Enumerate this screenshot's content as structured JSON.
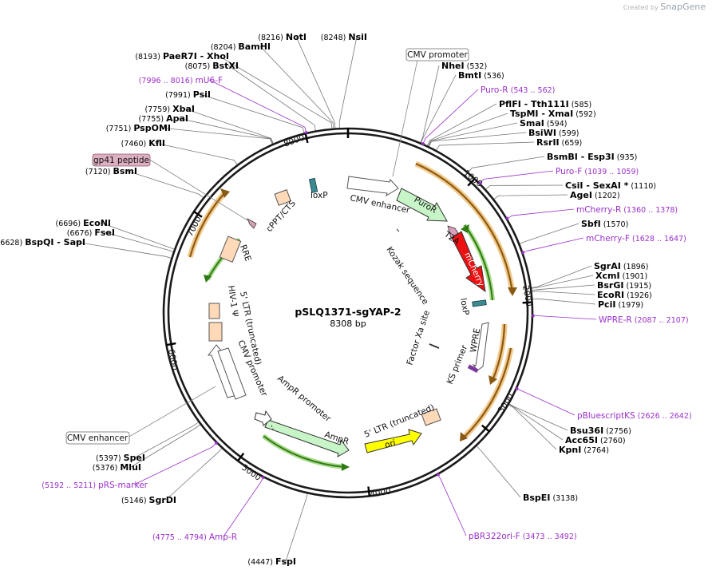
{
  "watermark": {
    "created_by": "Created by",
    "brand": "SnapGene"
  },
  "plasmid": {
    "name": "pSLQ1371-sgYAP-2",
    "length_label": "8308 bp",
    "length": 8308
  },
  "ticks": [
    {
      "bp": 1000,
      "label": "1000"
    },
    {
      "bp": 2000,
      "label": "2000"
    },
    {
      "bp": 3000,
      "label": "3000"
    },
    {
      "bp": 4000,
      "label": "4000"
    },
    {
      "bp": 5000,
      "label": "5000"
    },
    {
      "bp": 6000,
      "label": "6000"
    },
    {
      "bp": 7000,
      "label": "7000"
    },
    {
      "bp": 8000,
      "label": "8000"
    }
  ],
  "enzyme_labels": [
    {
      "name": "NotI",
      "pos": "(8216)",
      "bp": 8216
    },
    {
      "name": "NsiI",
      "pos": "(8248)",
      "bp": 8248
    },
    {
      "name": "BamHI",
      "pos": "(8204)",
      "bp": 8204
    },
    {
      "name": "PaeR7I - XhoI",
      "pos": "(8193)",
      "bp": 8193
    },
    {
      "name": "BstXI",
      "pos": "(8075)",
      "bp": 8075
    },
    {
      "name": "PsiI",
      "pos": "(7991)",
      "bp": 7991
    },
    {
      "name": "XbaI",
      "pos": "(7759)",
      "bp": 7759
    },
    {
      "name": "ApaI",
      "pos": "(7755)",
      "bp": 7755
    },
    {
      "name": "PspOMI",
      "pos": "(7751)",
      "bp": 7751
    },
    {
      "name": "KflI",
      "pos": "(7460)",
      "bp": 7460
    },
    {
      "name": "BsmI",
      "pos": "(7120)",
      "bp": 7120
    },
    {
      "name": "EcoNI",
      "pos": "(6696)",
      "bp": 6696
    },
    {
      "name": "FseI",
      "pos": "(6676)",
      "bp": 6676
    },
    {
      "name": "BspQI - SapI",
      "pos": "(6628)",
      "bp": 6628
    },
    {
      "name": "SpeI",
      "pos": "(5397)",
      "bp": 5397
    },
    {
      "name": "MluI",
      "pos": "(5376)",
      "bp": 5376
    },
    {
      "name": "SgrDI",
      "pos": "(5146)",
      "bp": 5146
    },
    {
      "name": "FspI",
      "pos": "(4447)",
      "bp": 4447
    },
    {
      "name": "NheI",
      "pos": "(532)",
      "bp": 532
    },
    {
      "name": "BmtI",
      "pos": "(536)",
      "bp": 536
    },
    {
      "name": "PflFI - Tth111I",
      "pos": "(585)",
      "bp": 585
    },
    {
      "name": "TspMI - XmaI",
      "pos": "(592)",
      "bp": 592
    },
    {
      "name": "SmaI",
      "pos": "(594)",
      "bp": 594
    },
    {
      "name": "BsiWI",
      "pos": "(599)",
      "bp": 599
    },
    {
      "name": "RsrII",
      "pos": "(659)",
      "bp": 659
    },
    {
      "name": "BsmBI - Esp3I",
      "pos": "(935)",
      "bp": 935
    },
    {
      "name": "CsiI - SexAI *",
      "pos": "(1110)",
      "bp": 1110
    },
    {
      "name": "AgeI",
      "pos": "(1202)",
      "bp": 1202
    },
    {
      "name": "SbfI",
      "pos": "(1570)",
      "bp": 1570
    },
    {
      "name": "SgrAI",
      "pos": "(1896)",
      "bp": 1896
    },
    {
      "name": "XcmI",
      "pos": "(1901)",
      "bp": 1901
    },
    {
      "name": "BsrGI",
      "pos": "(1915)",
      "bp": 1915
    },
    {
      "name": "EcoRI",
      "pos": "(1926)",
      "bp": 1926
    },
    {
      "name": "PciI",
      "pos": "(1979)",
      "bp": 1979
    },
    {
      "name": "Bsu36I",
      "pos": "(2756)",
      "bp": 2756
    },
    {
      "name": "Acc65I",
      "pos": "(2760)",
      "bp": 2760
    },
    {
      "name": "KpnI",
      "pos": "(2764)",
      "bp": 2764
    },
    {
      "name": "BspEI",
      "pos": "(3138)",
      "bp": 3138
    }
  ],
  "primer_labels": [
    {
      "name": "mU6-F",
      "pos": "(7996 .. 8016)",
      "bp": 8006
    },
    {
      "name": "Puro-R",
      "pos": "(543 .. 562)",
      "bp": 552
    },
    {
      "name": "Puro-F",
      "pos": "(1039 .. 1059)",
      "bp": 1049
    },
    {
      "name": "mCherry-R",
      "pos": "(1360 .. 1378)",
      "bp": 1369
    },
    {
      "name": "mCherry-F",
      "pos": "(1628 .. 1647)",
      "bp": 1637
    },
    {
      "name": "WPRE-R",
      "pos": "(2087 .. 2107)",
      "bp": 2097
    },
    {
      "name": "pBluescriptKS",
      "pos": "(2626 .. 2642)",
      "bp": 2634
    },
    {
      "name": "pBR322ori-F",
      "pos": "(3473 .. 3492)",
      "bp": 3482
    },
    {
      "name": "Amp-R",
      "pos": "(4775 .. 4794)",
      "bp": 4784
    },
    {
      "name": "pRS-marker",
      "pos": "(5192 .. 5211)",
      "bp": 5201
    }
  ],
  "boxed_labels": [
    {
      "name": "CMV promoter",
      "style": "plain"
    },
    {
      "name": "gp41 peptide",
      "style": "pink"
    },
    {
      "name": "CMV enhancer",
      "style": "plain"
    }
  ],
  "feature_labels": [
    "CMV enhancer",
    "PuroR",
    "T2A",
    "mCherry",
    "loxP",
    "WPRE",
    "KS primer",
    "ori",
    "5' LTR (truncated)",
    "AmpR",
    "AmpR promoter",
    "CMV promoter",
    "5' LTR (truncated)",
    "HIV-1 Ψ",
    "RRE",
    "cPPT/CTS",
    "loxP",
    "Kozak sequence",
    "Factor Xa site"
  ],
  "colors": {
    "backbone": "#1a1a1a",
    "primer": "#9b2fc9",
    "orf_orange": "#e8a848",
    "orf_green": "#55b02a",
    "puro": "#c8f5c8",
    "mcherry": "#ee1111",
    "ori": "#ffff00",
    "ltr": "#ffd9b8",
    "loxp": "#3a8a92",
    "gp41": "#d9a0b8"
  }
}
